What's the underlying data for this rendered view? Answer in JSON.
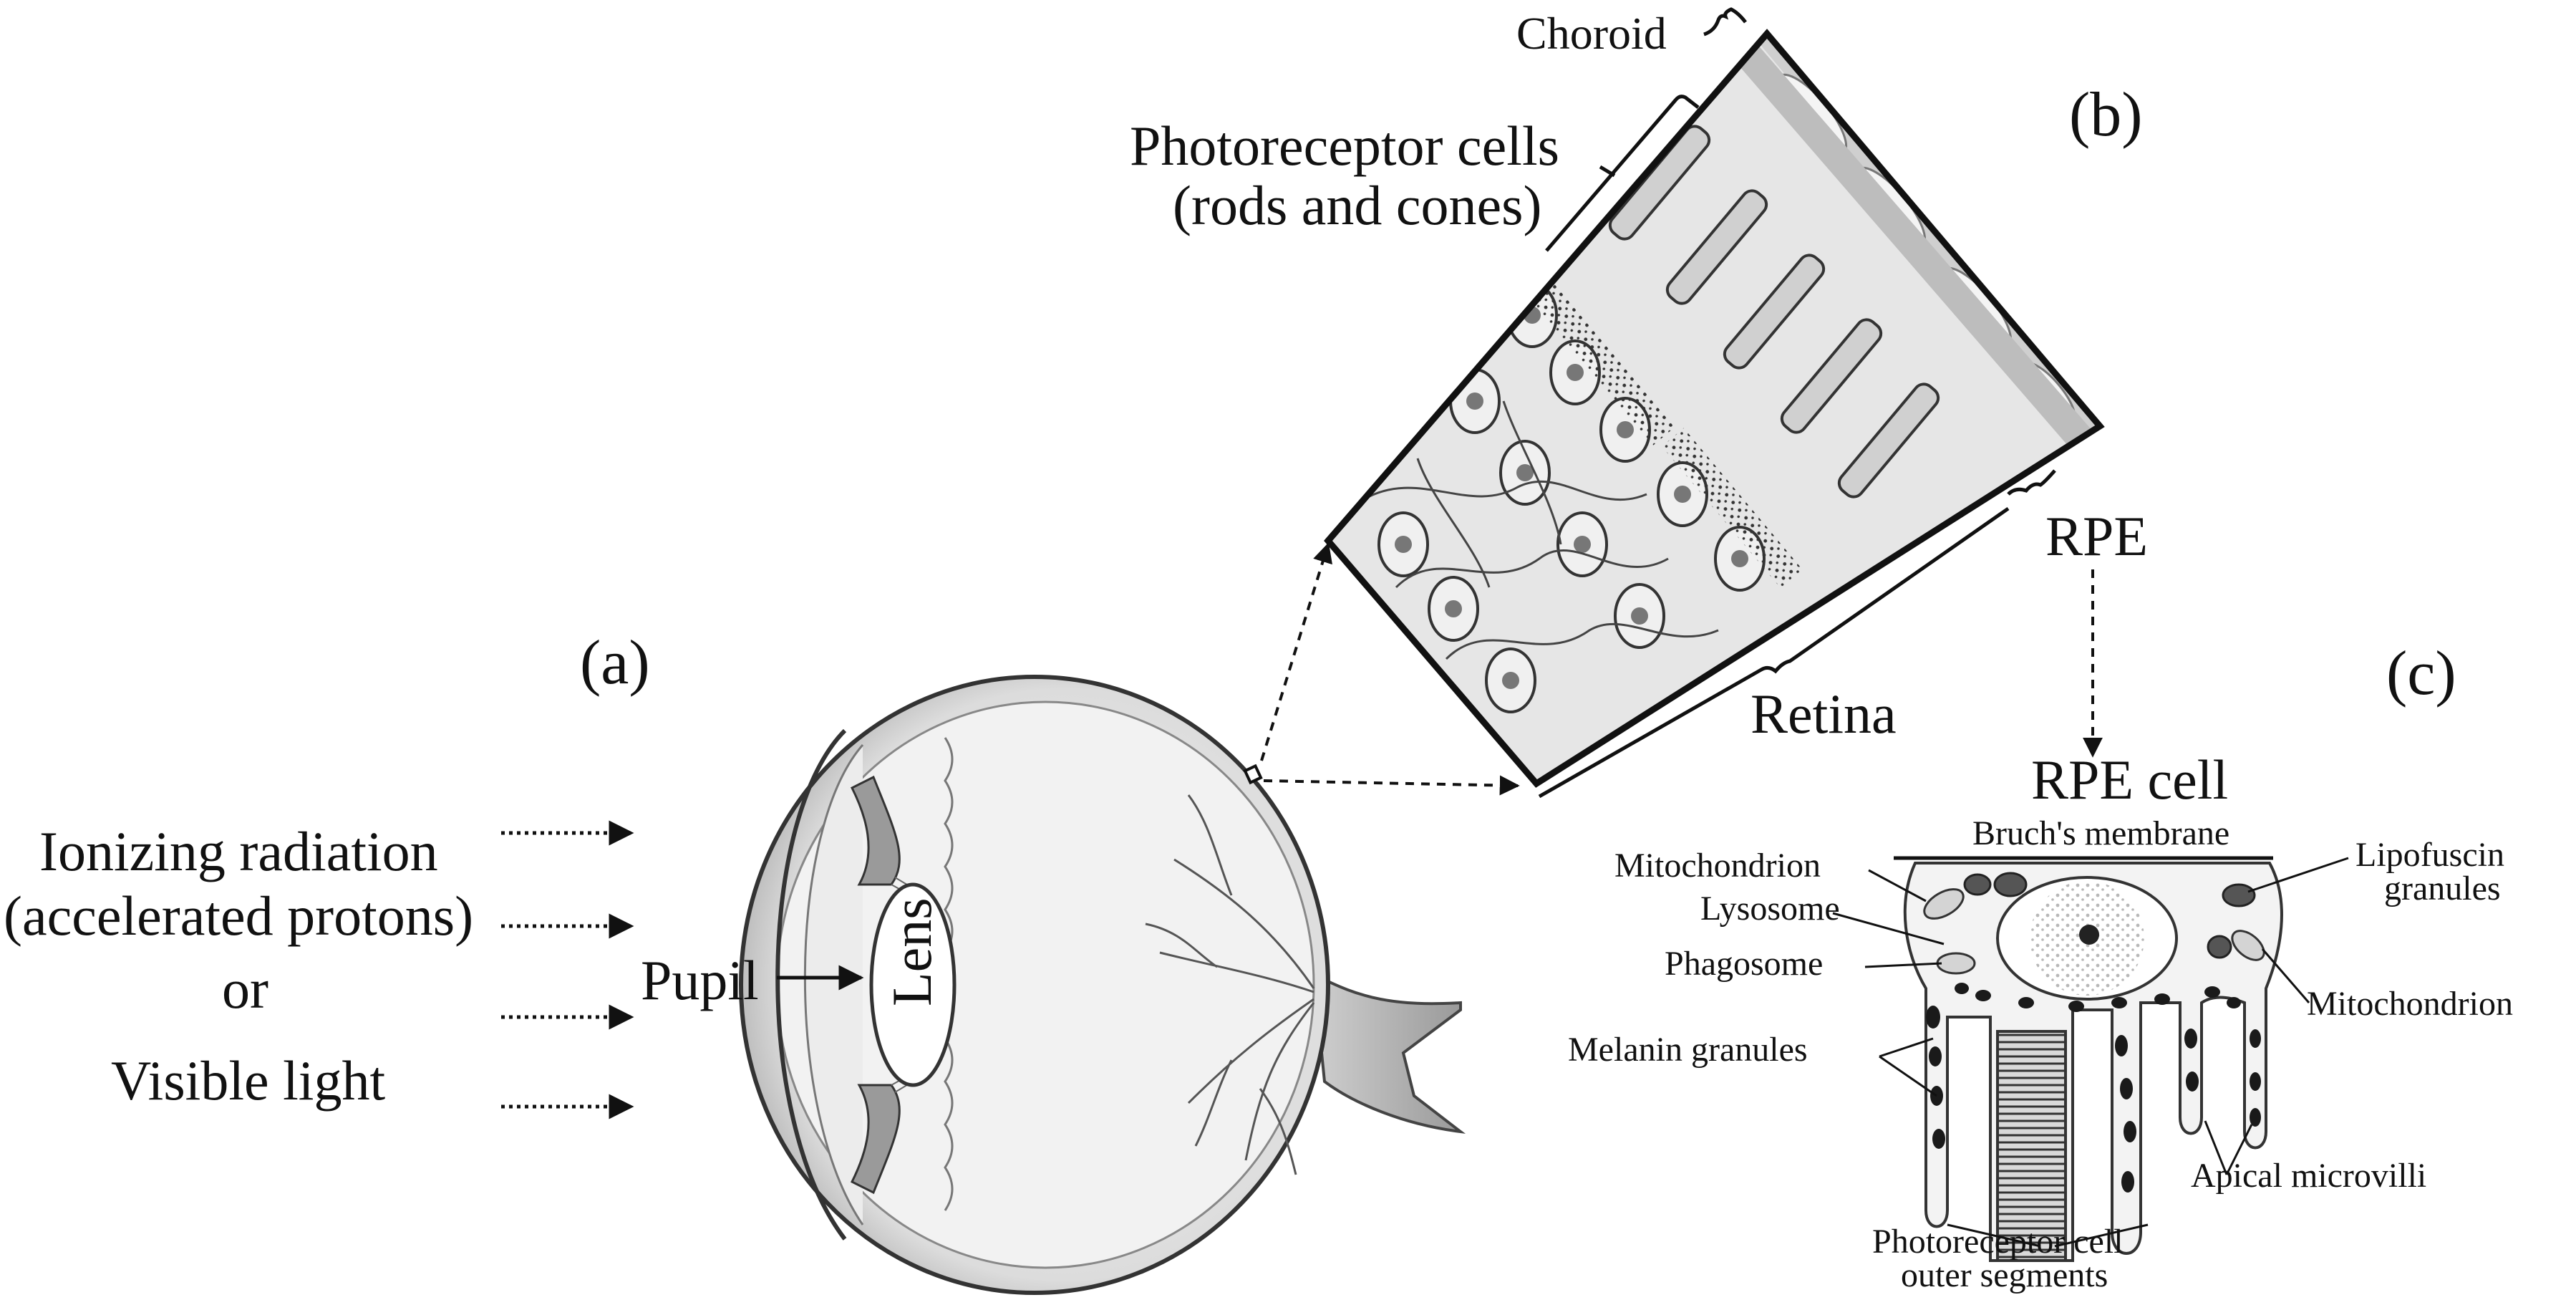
{
  "panels": {
    "a": "(a)",
    "b": "(b)",
    "c": "(c)"
  },
  "left": {
    "line1": "Ionizing  radiation",
    "line2": "(accelerated protons)",
    "or": "or",
    "visible": "Visible  light"
  },
  "eye": {
    "pupil": "Pupil",
    "lens": "Lens"
  },
  "retina": {
    "choroid": "Choroid",
    "photoreceptor_line1": "Photoreceptor cells",
    "photoreceptor_line2": "(rods and cones)",
    "rpe": "RPE",
    "retina": "Retina"
  },
  "rpe_cell": {
    "title": "RPE cell",
    "bruchs": "Bruch's membrane",
    "mito_left": "Mitochondrion",
    "lysosome": "Lysosome",
    "phagosome": "Phagosome",
    "melanin": "Melanin  granules",
    "lipo_line1": "Lipofuscin",
    "lipo_line2": "granules",
    "mito_right": "Mitochondrion",
    "microvilli": "Apical microvilli",
    "outer_line1": "Photoreceptor cell",
    "outer_line2": "outer segments"
  }
}
